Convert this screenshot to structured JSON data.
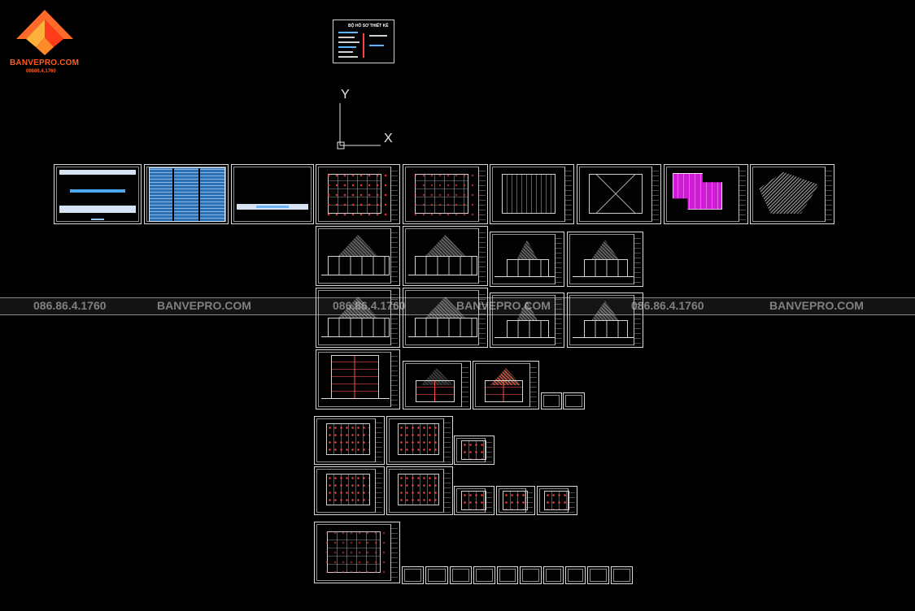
{
  "brand": {
    "name": "BANVEPRO.COM",
    "phone": "08686.4.1760",
    "accent_color": "#ff5a1f",
    "logo_icon": "house-roof-logo-icon"
  },
  "watermark": {
    "items": [
      "086.86.4.1760",
      "BANVEPRO.COM",
      "086.86.4.1760",
      "BANVEPRO.COM",
      "086.86.4.1760",
      "BANVEPRO.COM"
    ]
  },
  "top_note": {
    "title": "BỘ HỒ SƠ THIẾT KẾ"
  },
  "ucs": {
    "y_label": "Y",
    "x_label": "X",
    "icon": "ucs-axis-icon"
  },
  "canvas": {
    "background": "#000000",
    "sheet_stroke": "#d9d9d9"
  }
}
